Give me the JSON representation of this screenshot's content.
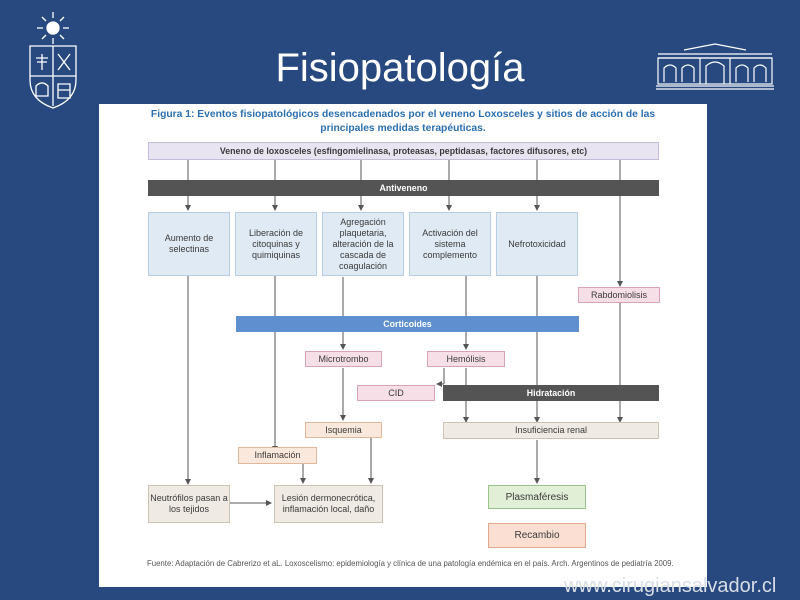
{
  "slide": {
    "title": "Fisiopatología",
    "watermark": "www.cirugiansalvador.cl"
  },
  "figure": {
    "caption_line1": "Figura 1: Eventos fisiopatológicos desencadenados por el veneno Loxosceles y sitios de acción de las",
    "caption_line2": "principales medidas terapéuticas.",
    "venom": "Veneno de loxosceles (esfingomielinasa, proteasas, peptidasas, factores difusores, etc)",
    "antiveneno": "Antiveneno",
    "effects": {
      "selectinas": "Aumento de selectinas",
      "citoquinas": "Liberación de citoquinas y quimiquinas",
      "agregacion": "Agregación plaquetaria, alteración de la cascada de coagulación",
      "complemento": "Activación del sistema complemento",
      "nefrotoxicidad": "Nefrotoxicidad"
    },
    "rabdomiolisis": "Rabdomiolisis",
    "corticoides": "Corticoides",
    "microtrombo": "Microtrombo",
    "hemolisis": "Hemólisis",
    "cid": "CID",
    "hidratacion": "Hidratación",
    "isquemia": "Isquemia",
    "insuficiencia": "Insuficiencia renal",
    "inflamacion": "Inflamación",
    "neutrofilos": "Neutrófilos pasan a los tejidos",
    "lesion": "Lesión dermonecrótica, inflamación local, daño",
    "plasmaferesis": "Plasmaféresis",
    "recambio": "Recambio",
    "source": "Fuente: Adaptación de Cabrerizo et aL. Loxoscelismo: epidemiología y clínica de una patología endémica en el país. Arch. Argentinos de pediatría 2009."
  }
}
